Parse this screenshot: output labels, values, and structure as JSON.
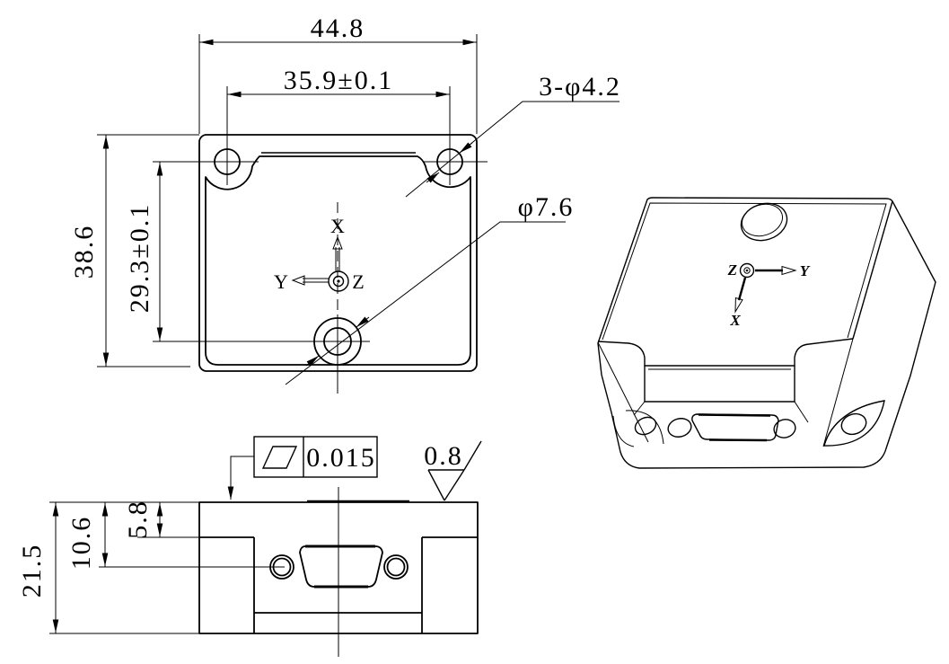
{
  "top_view": {
    "dim_overall_width": "44.8",
    "dim_hole_spacing_h": "35.9±0.1",
    "dim_overall_height": "38.6",
    "dim_hole_spacing_v": "29.3±0.1",
    "label_mount_holes": "3-φ4.2",
    "label_center_hole": "φ7.6",
    "axis_x": "X",
    "axis_y": "Y",
    "axis_z": "Z"
  },
  "front_view": {
    "dim_overall_height": "21.5",
    "dim_connector_axis": "10.6",
    "dim_step": "5.8",
    "flatness_value": "0.015",
    "roughness_value": "0.8"
  },
  "iso_view": {
    "axis_x": "X",
    "axis_y": "Y",
    "axis_z": "Z"
  },
  "colors": {
    "line": "#000000",
    "background": "#ffffff"
  }
}
